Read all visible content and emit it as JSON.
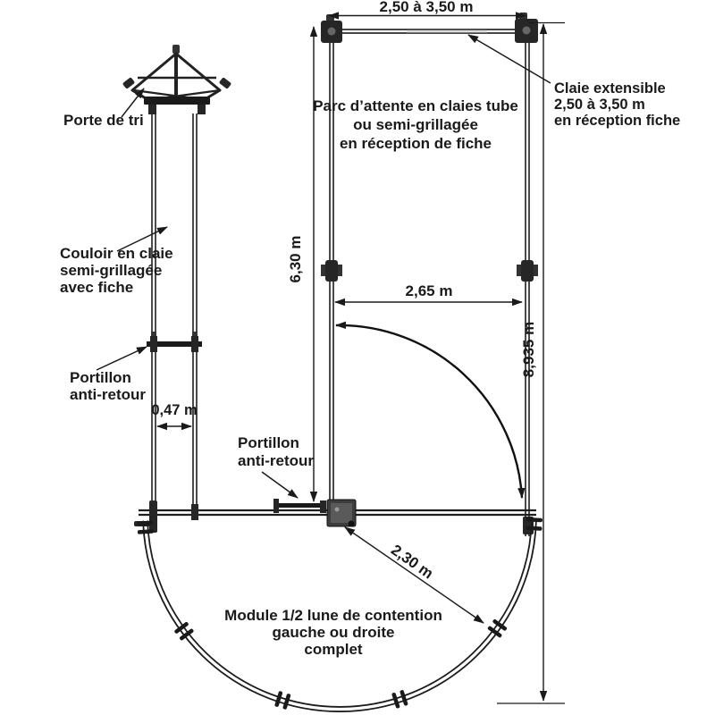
{
  "diagram": {
    "top_dimension": "2,50 à 3,50 m",
    "claie_extensible": {
      "line1": "Claie extensible",
      "line2": "2,50 à 3,50 m",
      "line3": "en réception fiche"
    },
    "parc_attente": {
      "line1": "Parc d’attente en claies tube",
      "line2": "ou semi-grillagée",
      "line3": "en réception de fiche"
    },
    "porte_de_tri": "Porte de tri",
    "couloir": {
      "line1": "Couloir en claie",
      "line2": "semi-grillagée",
      "line3": "avec fiche"
    },
    "portillon_couloir": {
      "line1": "Portillon",
      "line2": "anti-retour"
    },
    "portillon_module": {
      "line1": "Portillon",
      "line2": "anti-retour"
    },
    "dimensions": {
      "couloir_largeur": "0,47 m",
      "parc_hauteur": "6,30 m",
      "parc_largeur_bas": "2,65 m",
      "hauteur_totale": "8,935 m",
      "rayon": "2,30 m"
    },
    "module": {
      "line1": "Module 1/2 lune de contention",
      "line2": "gauche ou droite",
      "line3": "complet"
    }
  },
  "colors": {
    "line": "#1a1a1a",
    "background": "#ffffff"
  }
}
